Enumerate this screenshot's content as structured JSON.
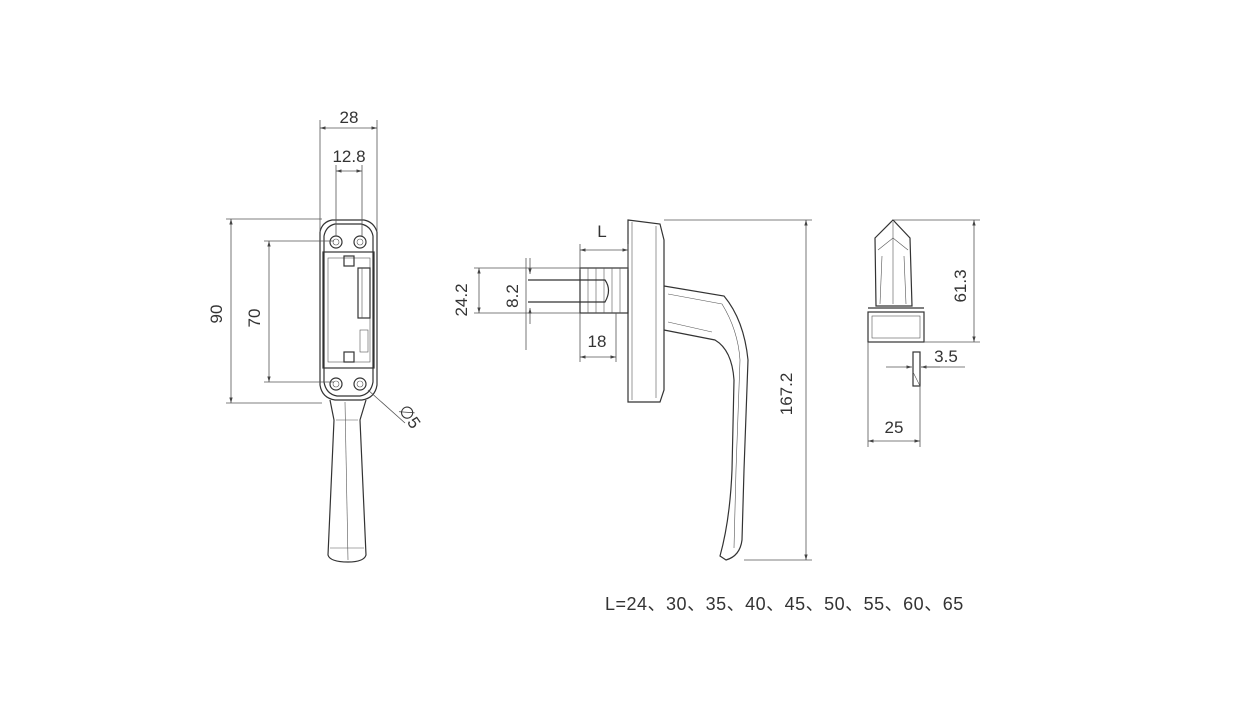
{
  "dimensions": {
    "width_28": "28",
    "width_12_8": "12.8",
    "height_90": "90",
    "height_70": "70",
    "hole_dia": "∅5",
    "spindle_l": "L",
    "dim_24_2": "24.2",
    "dim_8_2": "8.2",
    "dim_18": "18",
    "dim_167_2": "167.2",
    "dim_61_3": "61.3",
    "dim_3_5": "3.5",
    "dim_25": "25"
  },
  "note": "L=24、30、35、40、45、50、55、60、65"
}
